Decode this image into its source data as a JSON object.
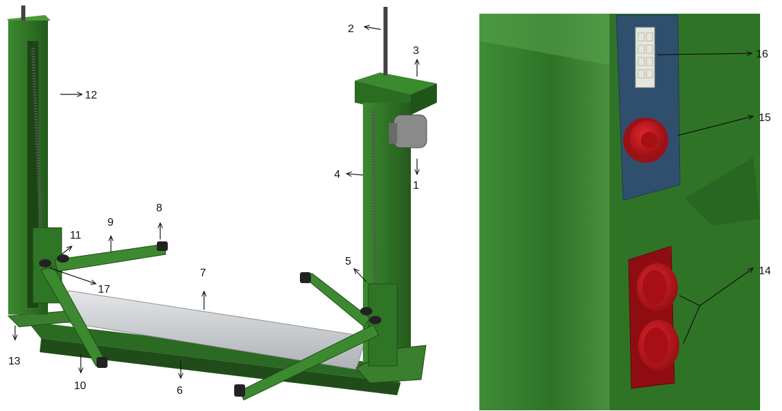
{
  "labels": {
    "n1": "1",
    "n2": "2",
    "n3": "3",
    "n4": "4",
    "n5": "5",
    "n6": "6",
    "n7": "7",
    "n8": "8",
    "n9": "9",
    "n10": "10",
    "n11": "11",
    "n12": "12",
    "n13": "13",
    "n14": "14",
    "n15": "15",
    "n16": "16",
    "n17": "17"
  },
  "colors": {
    "frame_green": "#2f6f24",
    "frame_green_light": "#3f8a30",
    "frame_green_dark": "#1f4a17",
    "panel_blue": "#2f4f6d",
    "socket_red": "#c4161c",
    "tray_gray": "#c9cccf",
    "motor_gray": "#8a8a8a"
  }
}
